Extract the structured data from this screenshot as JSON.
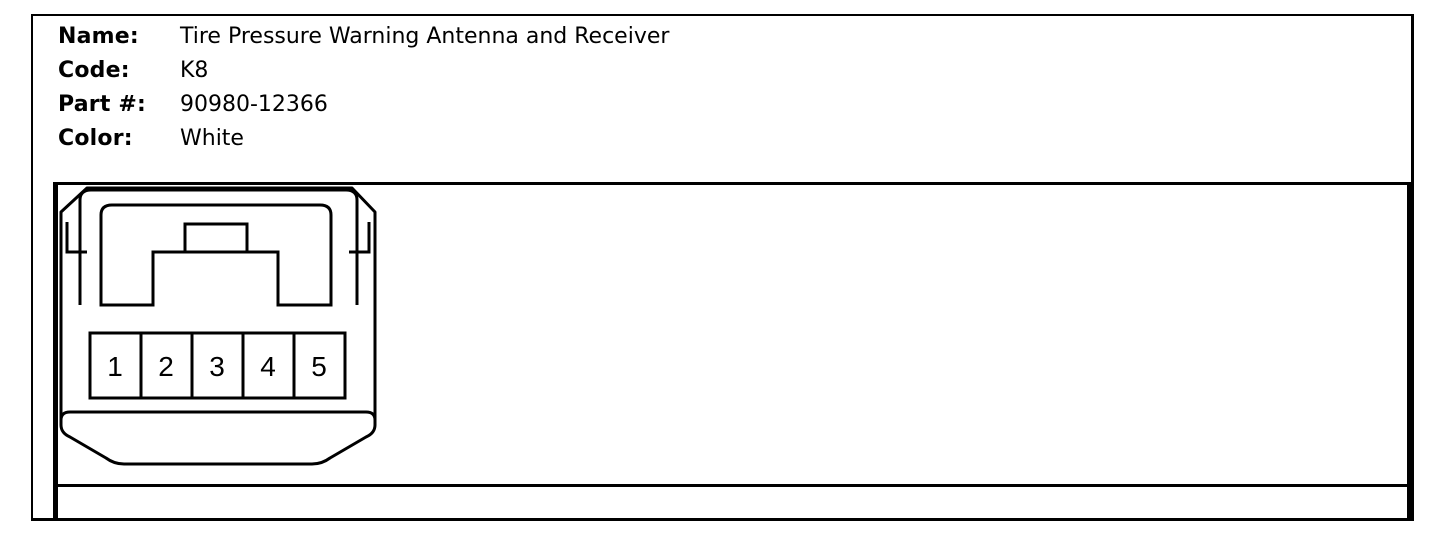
{
  "connector_info": {
    "rows": [
      {
        "label": "Name:",
        "value": "Tire Pressure Warning Antenna and Receiver"
      },
      {
        "label": "Code:",
        "value": "K8"
      },
      {
        "label": "Part #:",
        "value": "90980-12366"
      },
      {
        "label": "Color:",
        "value": "White"
      }
    ]
  },
  "connector_face": {
    "pins": [
      "1",
      "2",
      "3",
      "4",
      "5"
    ]
  }
}
